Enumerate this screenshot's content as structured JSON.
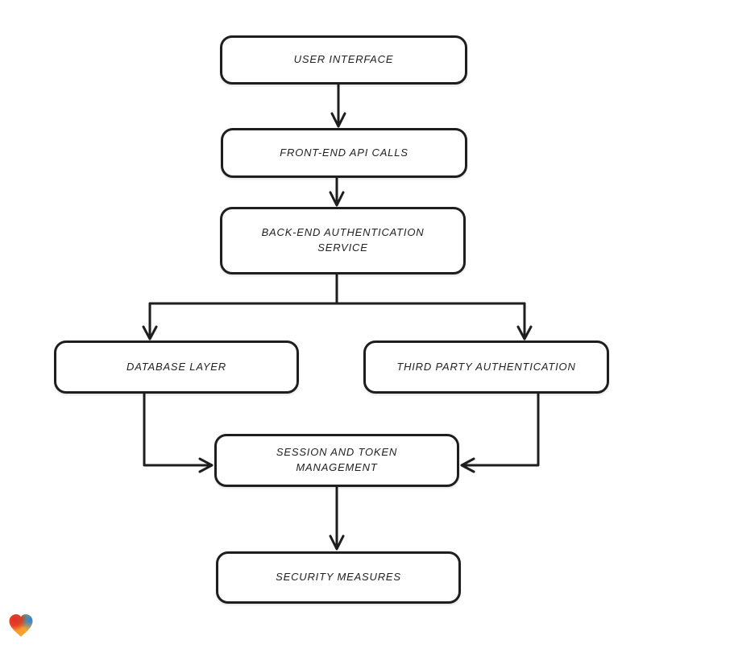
{
  "diagram": {
    "background_color": "#ffffff",
    "stroke_color": "#1e1e1e",
    "node_fill": "#ffffff",
    "text_color": "#222222",
    "nodes": [
      {
        "id": "user-interface",
        "label": "USER INTERFACE"
      },
      {
        "id": "front-end-api-calls",
        "label": "FRONT-END API CALLS"
      },
      {
        "id": "back-end-auth-service",
        "label": "BACK-END AUTHENTICATION\nSERVICE"
      },
      {
        "id": "database-layer",
        "label": "DATABASE LAYER"
      },
      {
        "id": "third-party-auth",
        "label": "THIRD PARTY AUTHENTICATION"
      },
      {
        "id": "session-token-mgmt",
        "label": "SESSION AND TOKEN\nMANAGEMENT"
      },
      {
        "id": "security-measures",
        "label": "SECURITY MEASURES"
      }
    ],
    "edges": [
      {
        "from": "user-interface",
        "to": "front-end-api-calls"
      },
      {
        "from": "front-end-api-calls",
        "to": "back-end-auth-service"
      },
      {
        "from": "back-end-auth-service",
        "to": "database-layer"
      },
      {
        "from": "back-end-auth-service",
        "to": "third-party-auth"
      },
      {
        "from": "database-layer",
        "to": "session-token-mgmt"
      },
      {
        "from": "third-party-auth",
        "to": "session-token-mgmt"
      },
      {
        "from": "session-token-mgmt",
        "to": "security-measures"
      }
    ],
    "logo": {
      "name": "gradient-heart",
      "colors": [
        "#e23127",
        "#3fae49",
        "#2d7fe8",
        "#f6a02d"
      ]
    }
  }
}
